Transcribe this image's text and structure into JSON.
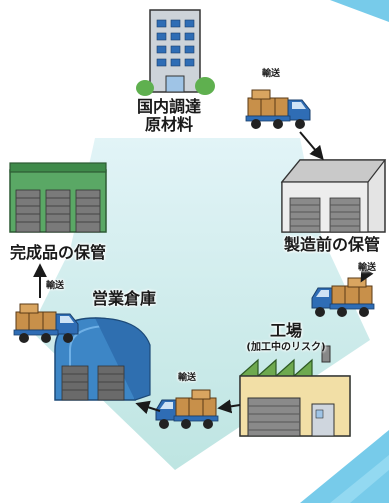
{
  "labels": {
    "domestic_materials_line1": "国内調達",
    "domestic_materials_line2": "原材料",
    "pre_manufacture_storage": "製造前の保管",
    "factory": "工場",
    "factory_note": "(加工中のリスク)",
    "business_warehouse": "営業倉庫",
    "finished_goods_storage": "完成品の保管",
    "transport": "輸送"
  },
  "colors": {
    "flow_band": "#bfe3ec",
    "flow_band_dark": "#9dd3d6",
    "accent_stripe": "#5fc2e6",
    "warehouse_green": "#4f9a5a",
    "warehouse_grey": "#d8d8d8",
    "dome_blue": "#3d86c6",
    "factory_cream": "#f2dfa6",
    "factory_roof": "#6ea94f",
    "truck_blue": "#2f6db5",
    "cargo_brown": "#c8904a",
    "arrow": "#1a1a1a"
  },
  "icons": [
    "office-building-icon",
    "warehouse-icon",
    "factory-icon",
    "dome-warehouse-icon",
    "truck-icon",
    "arrow-icon"
  ]
}
